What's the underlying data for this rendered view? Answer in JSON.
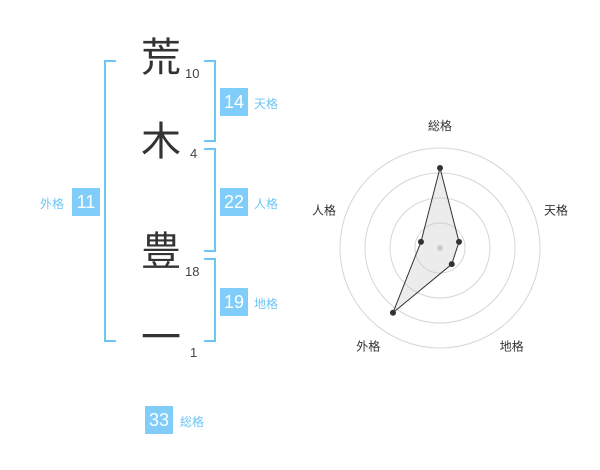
{
  "name_chars": [
    {
      "char": "荒",
      "strokes": "10"
    },
    {
      "char": "木",
      "strokes": "4"
    },
    {
      "char": "豊",
      "strokes": "18"
    },
    {
      "char": "一",
      "strokes": "1"
    }
  ],
  "fortunes": {
    "tenkaku": {
      "value": "14",
      "label": "天格"
    },
    "jinkaku": {
      "value": "22",
      "label": "人格"
    },
    "chikaku": {
      "value": "19",
      "label": "地格"
    },
    "gaikaku": {
      "value": "11",
      "label": "外格"
    },
    "soukaku": {
      "value": "33",
      "label": "総格"
    }
  },
  "colors": {
    "accent": "#7fcdf8",
    "bracket": "#6cc6f4",
    "text": "#333333"
  },
  "chart_data": {
    "type": "radar",
    "axes": [
      "総格",
      "天格",
      "地格",
      "外格",
      "人格"
    ],
    "values": [
      4,
      1,
      1,
      4,
      1
    ],
    "max": 5,
    "rings": 4,
    "grid": true
  }
}
